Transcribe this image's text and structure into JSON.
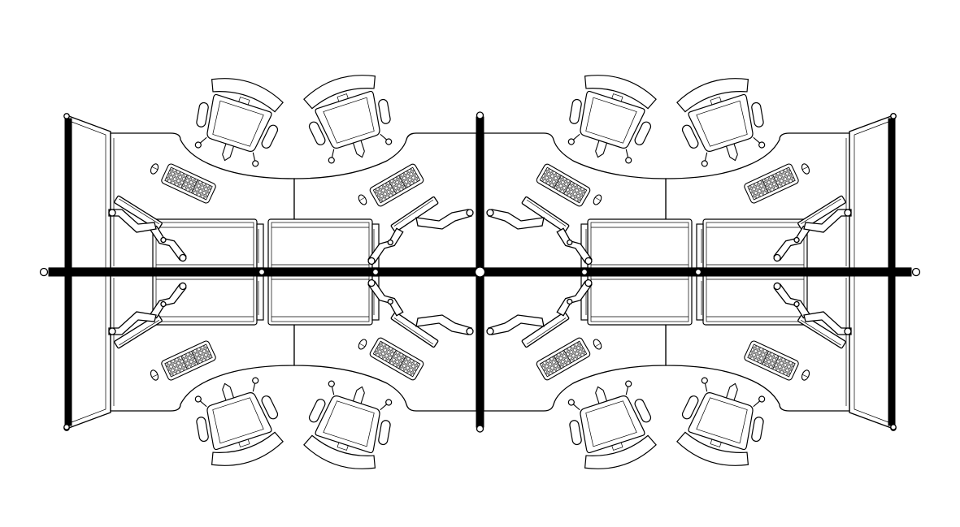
{
  "drawing": {
    "kind": "office workstation cluster floor plan",
    "view": "top-down",
    "line_color": "#000000",
    "background_color": "#ffffff",
    "workstations": 8,
    "symbols": [
      "desk",
      "task-chair",
      "keyboard",
      "mouse",
      "monitor",
      "monitor-arm",
      "pedestal",
      "privacy-screen",
      "panel-spine",
      "post"
    ]
  }
}
